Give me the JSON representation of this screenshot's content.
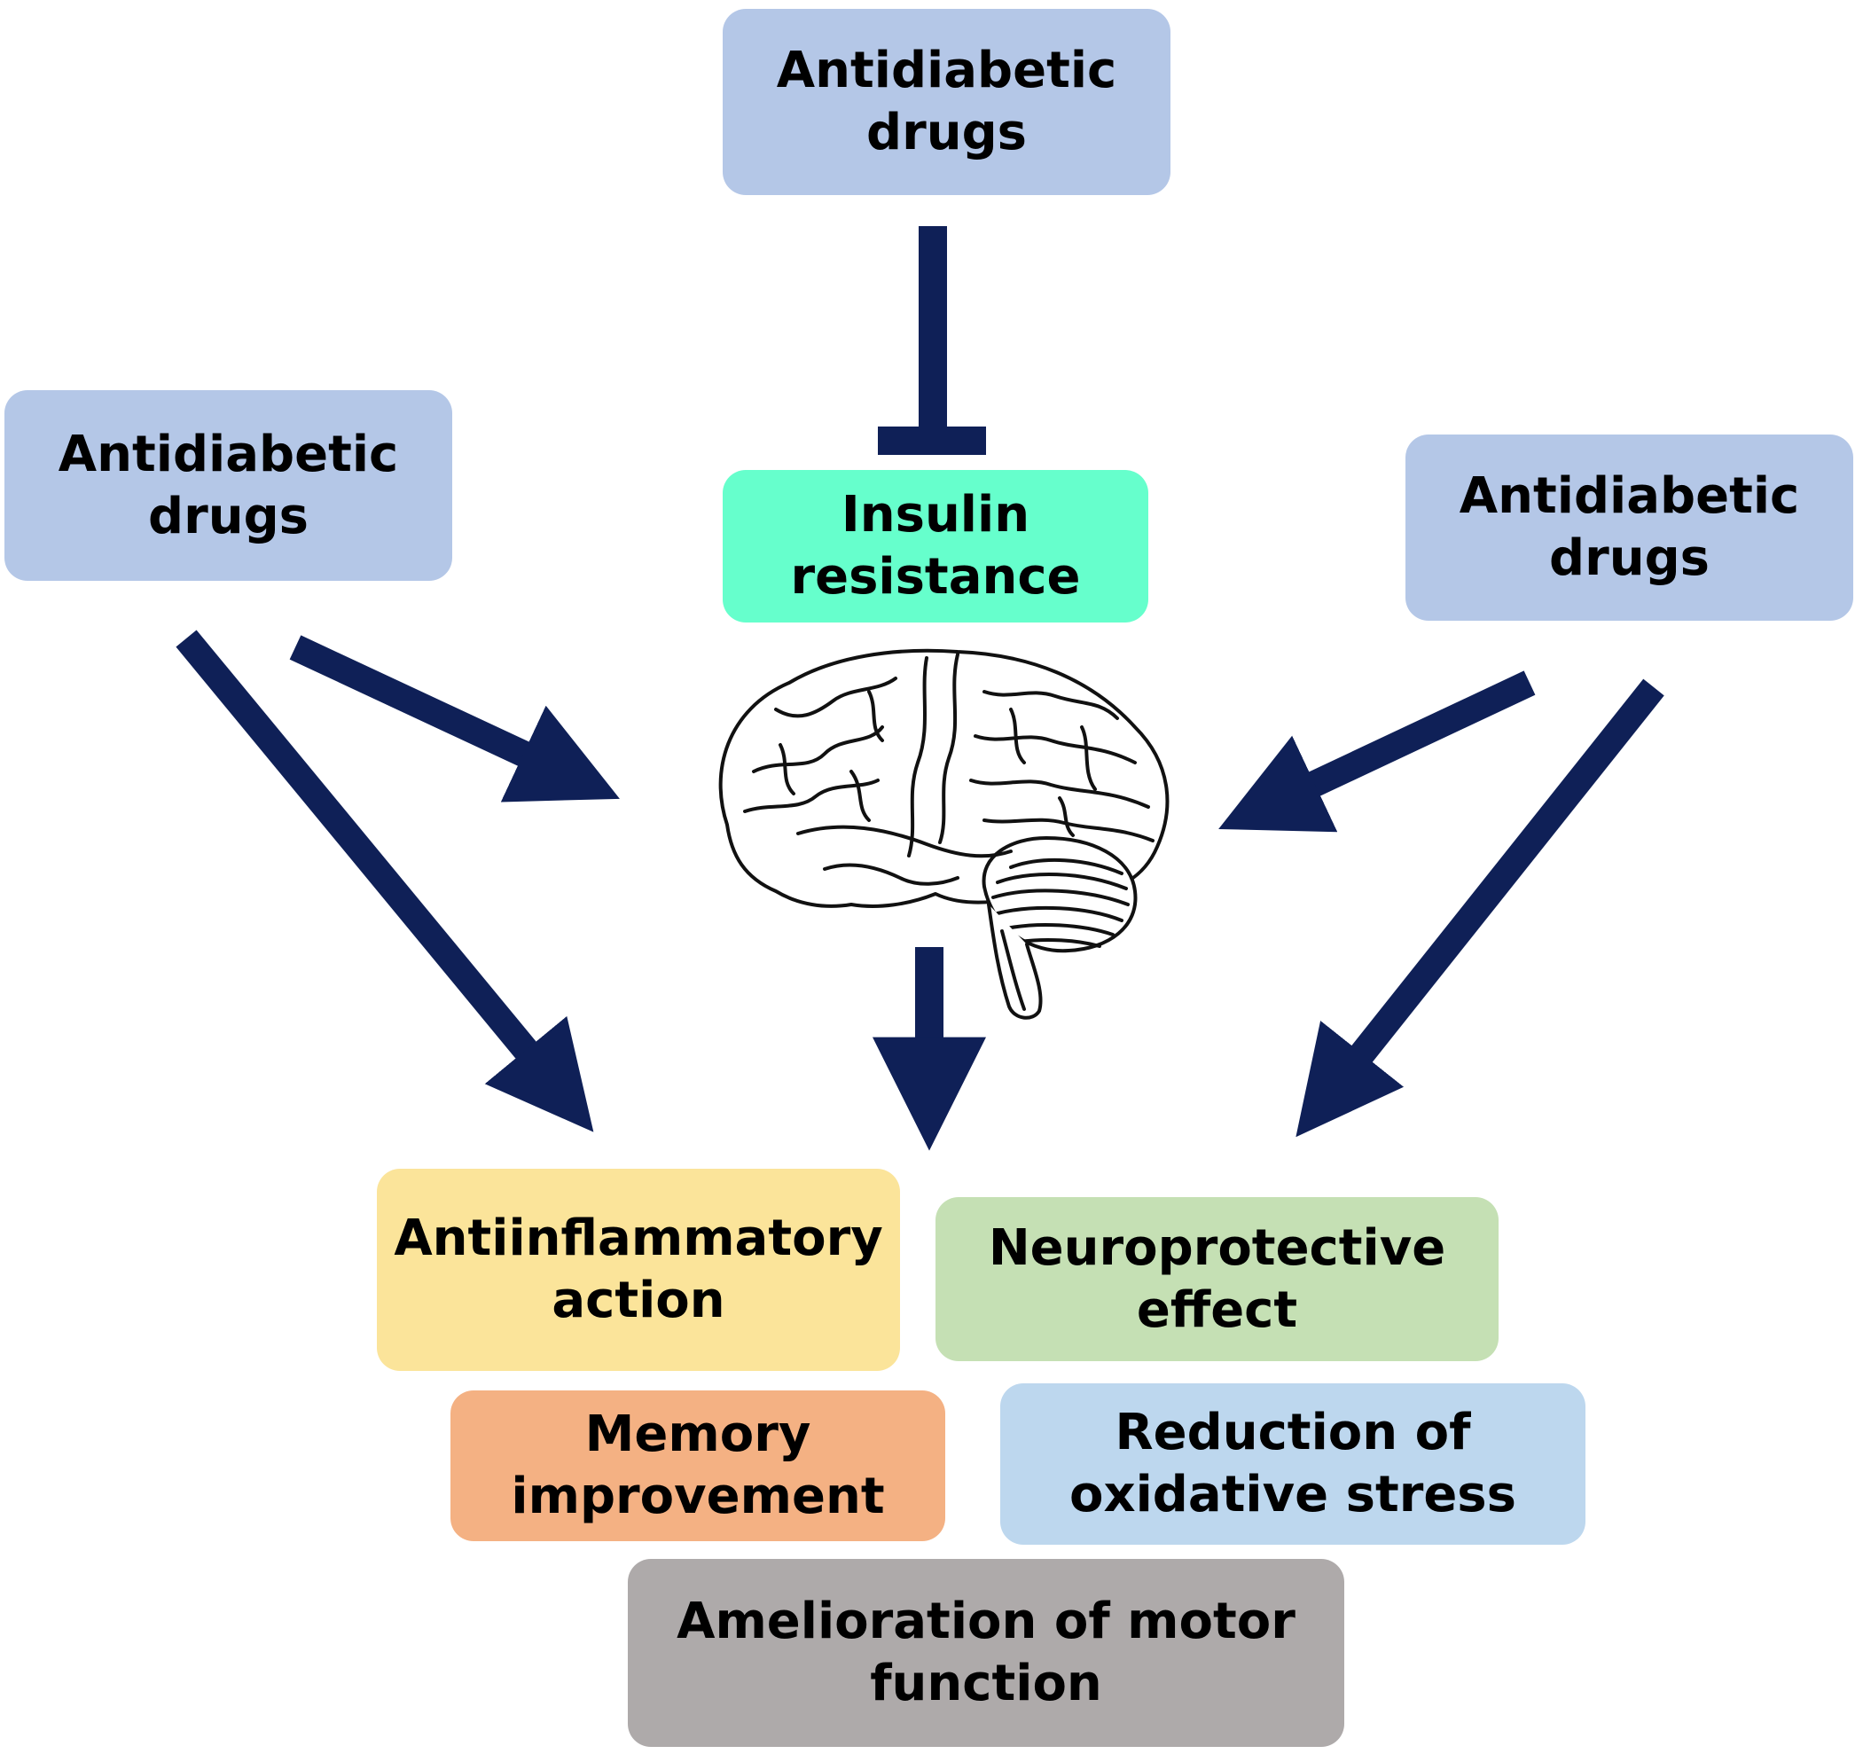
{
  "colors": {
    "arrow": "#0f2057",
    "drug_box": "#b4c7e7",
    "insulin_box": "#66ffcc",
    "anti_inflammatory_box": "#fbe49a",
    "neuroprotective_box": "#c5e0b4",
    "memory_box": "#f4b183",
    "oxidative_box": "#bdd7ee",
    "motor_box": "#aeaaaa"
  },
  "nodes": {
    "drugs_top": {
      "lines": [
        "Antidiabetic",
        "drugs"
      ]
    },
    "drugs_left": {
      "lines": [
        "Antidiabetic",
        "drugs"
      ]
    },
    "drugs_right": {
      "lines": [
        "Antidiabetic",
        "drugs"
      ]
    },
    "insulin_resistance": {
      "lines": [
        "Insulin",
        "resistance"
      ]
    },
    "antiinflammatory": {
      "lines": [
        "Antiinflammatory",
        "action"
      ]
    },
    "neuroprotective": {
      "lines": [
        "Neuroprotective",
        "effect"
      ]
    },
    "memory": {
      "lines": [
        "Memory",
        "improvement"
      ]
    },
    "oxidative": {
      "lines": [
        "Reduction of",
        "oxidative stress"
      ]
    },
    "motor": {
      "lines": [
        "Amelioration of motor",
        "function"
      ]
    }
  },
  "icons": {
    "center": "brain-icon"
  }
}
